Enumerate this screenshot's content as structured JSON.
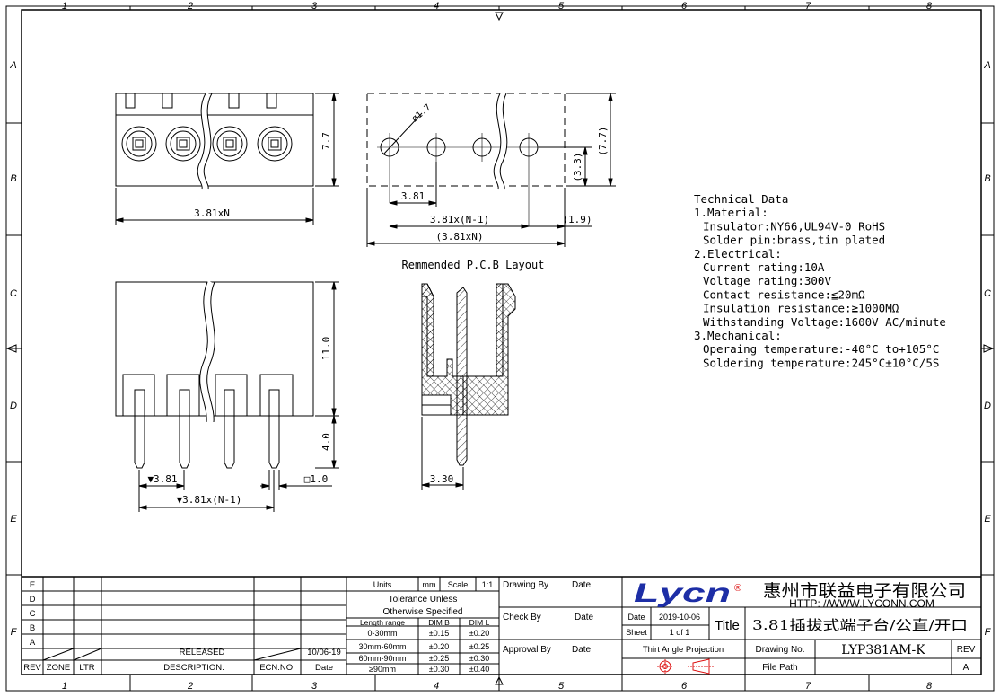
{
  "frame": {
    "zones_h": [
      "1",
      "2",
      "3",
      "4",
      "5",
      "6",
      "7",
      "8"
    ],
    "zones_v": [
      "A",
      "B",
      "C",
      "D",
      "E",
      "F"
    ]
  },
  "views": {
    "front_width_label": "3.81xN",
    "front_height_label": "7.7",
    "side_height_label": "11.0",
    "pin_length_label": "4.0",
    "pin_pitch_label": "▼3.81",
    "pin_span_label": "▼3.81x(N-1)",
    "pin_square_label": "□1.0",
    "side_offset_label": "3.30",
    "pcb_hole_dia": "ø1.7",
    "pcb_pitch": "3.81",
    "pcb_span": "3.81x(N-1)",
    "pcb_edge": "(1.9)",
    "pcb_total": "(3.81xN)",
    "pcb_height": "(7.7)",
    "pcb_hole_offset": "(3.3)",
    "pcb_caption": "Remmended P.C.B Layout"
  },
  "tech": {
    "lines": [
      "Technical Data",
      "1.Material:",
      "  Insulator:NY66,UL94V-0 RoHS",
      "  Solder pin:brass,tin plated",
      "2.Electrical:",
      "  Current rating:10A",
      "  Voltage rating:300V",
      "  Contact resistance:≦20mΩ",
      "  Insulation resistance:≧1000MΩ",
      "  Withstanding Voltage:1600V AC/minute",
      "3.Mechanical:",
      "  Operaing temperature:-40°C to+105°C",
      "  Soldering temperature:245°C±10°C/5S"
    ]
  },
  "title_block": {
    "rev_rows": [
      "E",
      "D",
      "C",
      "B",
      "A"
    ],
    "rev_a_desc": "RELEASED",
    "rev_a_date": "10/06-19",
    "header": {
      "rev": "REV",
      "zone": "ZONE",
      "ltr": "LTR",
      "desc": "DESCRIPTION.",
      "ecn": "ECN.NO.",
      "date": "Date"
    },
    "units_label": "Units",
    "units_value": "mm",
    "scale_label": "Scale",
    "scale_value": "1:1",
    "tolerance_line1": "Tolerance Unless",
    "tolerance_line2": "Otherwise Specified",
    "tol_header": [
      "Length range",
      "DIM B",
      "DIM L"
    ],
    "tol_rows": [
      [
        "0-30mm",
        "±0.15",
        "±0.20"
      ],
      [
        "30mm-60mm",
        "±0.20",
        "±0.25"
      ],
      [
        "60mm-90mm",
        "±0.25",
        "±0.30"
      ],
      [
        "≥90mm",
        "±0.30",
        "±0.40"
      ]
    ],
    "drawing_by": "Drawing By",
    "check_by": "Check  By",
    "approval_by": "Approval By",
    "date_label": "Date",
    "logo": "Lycn",
    "registered": "®",
    "company_cn": "惠州市联益电子有限公司",
    "company_url": "HTTP: //WWW.LYCONN.COM",
    "date_value": "2019-10-06",
    "sheet_label": "Sheet",
    "sheet_value": "1 of 1",
    "title_label": "Title",
    "title_value": "3.81插拔式端子台/公直/开口",
    "projection": "Thirt Angle Projection",
    "drawing_no_label": "Drawing No.",
    "drawing_no": "LYP381AM-K",
    "rev_label": "REV",
    "rev_value": "A",
    "file_path_label": "File Path"
  }
}
